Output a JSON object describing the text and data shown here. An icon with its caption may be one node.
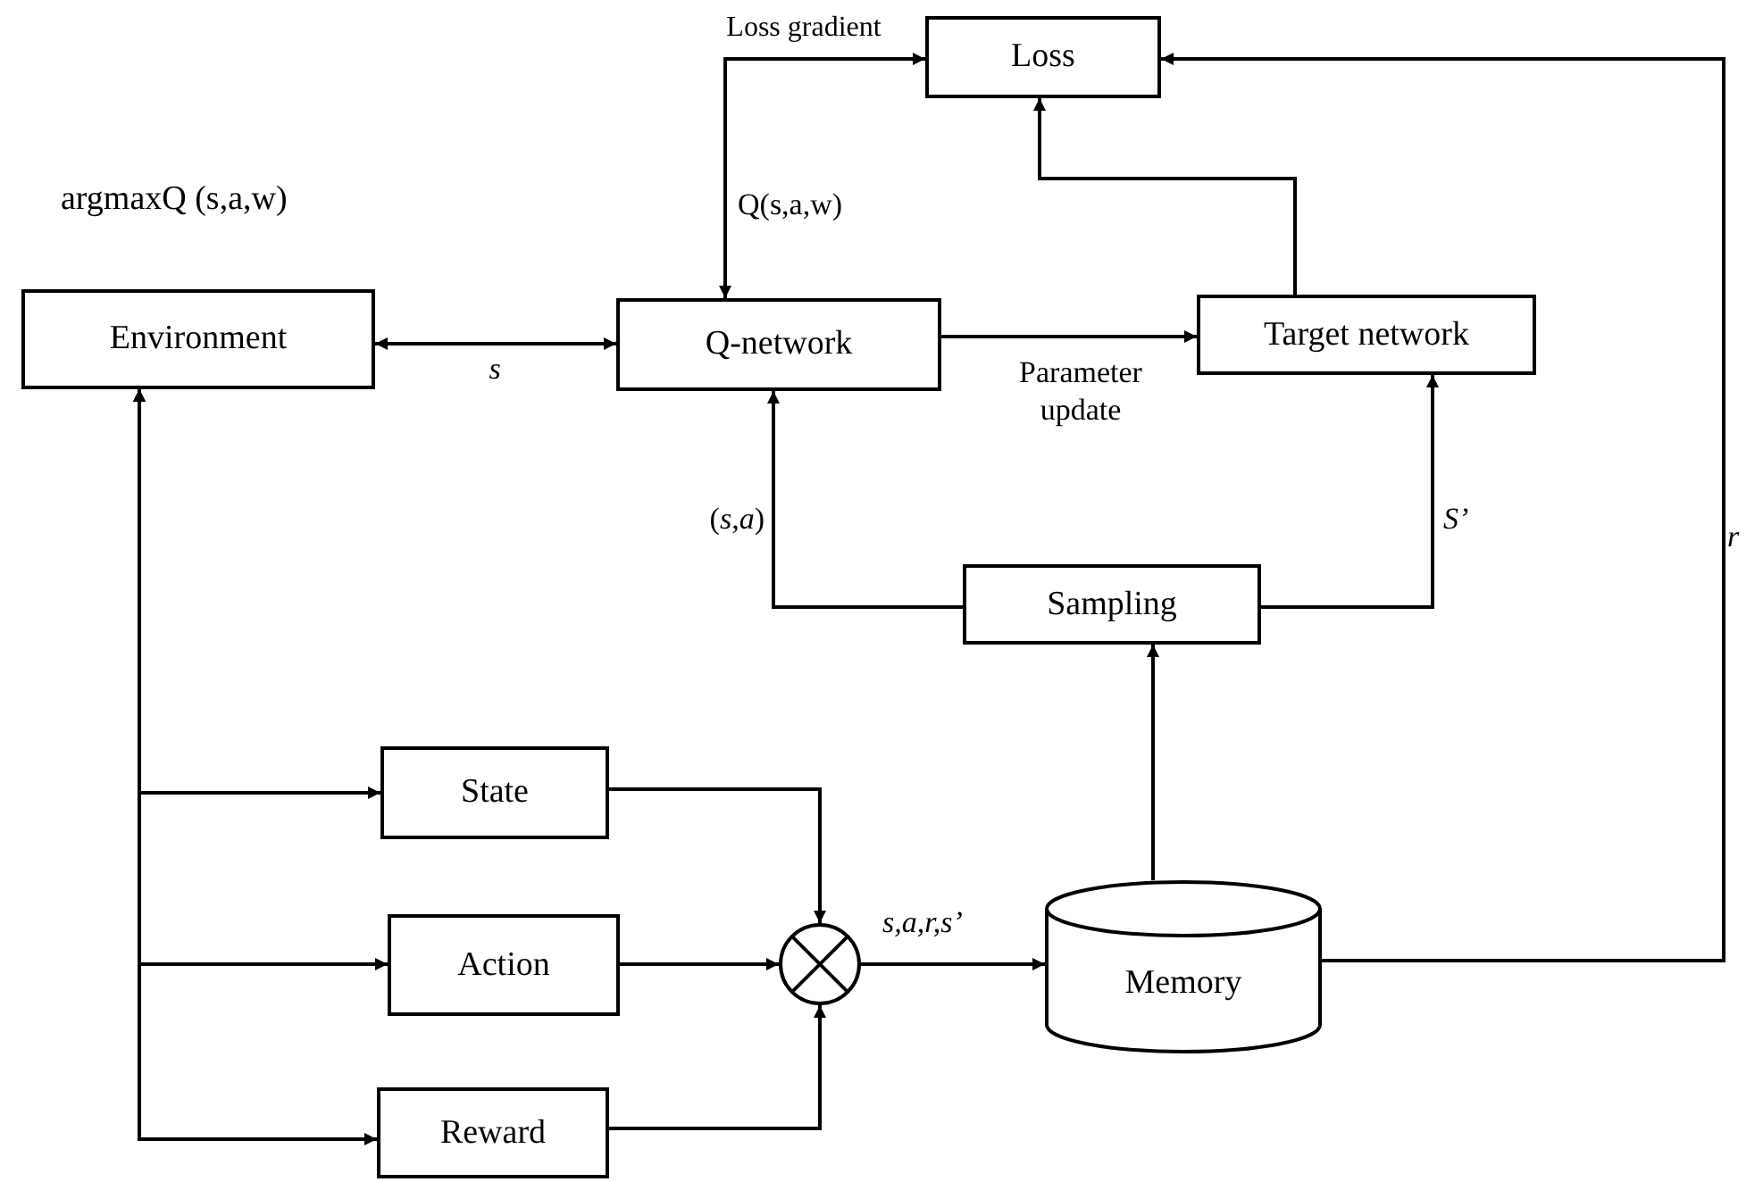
{
  "diagram": {
    "nodes": [
      {
        "text": [
          "Loss"
        ]
      },
      {
        "text": [
          "Environment"
        ],
        "beside": [
          "argmaxQ (s,a,w)"
        ]
      },
      {
        "text": [
          "Q-network"
        ]
      },
      {
        "text": [
          "Target network"
        ]
      },
      {
        "text": [
          "Sampling"
        ]
      },
      {
        "text": [
          "State"
        ]
      },
      {
        "text": [
          "Action"
        ]
      },
      {
        "text": [
          "Reward"
        ]
      },
      {
        "text": [],
        "shape": "circle"
      },
      {
        "text": [
          "Memory"
        ]
      }
    ],
    "edges": [
      {
        "from": 1,
        "to": 2,
        "arrow": "both",
        "label": "s"
      },
      {
        "from": 2,
        "to": 3,
        "arrow": "to",
        "label": "Parameter update"
      },
      {
        "from": 3,
        "to": 0,
        "arrow": "to"
      },
      {
        "from": 2,
        "to": 0,
        "arrow": "both",
        "label": "Q(s,a,w)"
      },
      {
        "from": 9,
        "to": 0,
        "arrow": "to",
        "label": "r"
      },
      {
        "from": 4,
        "to": 2,
        "arrow": "to",
        "label": "(*s*,*a*)"
      },
      {
        "from": 4,
        "to": 3,
        "arrow": "to",
        "label": "S’"
      },
      {
        "from": 9,
        "to": 4,
        "arrow": "to"
      },
      {
        "from": 1,
        "to": 5,
        "arrow": "both"
      },
      {
        "from": 1,
        "to": 6,
        "arrow": "both"
      },
      {
        "from": 1,
        "to": 7,
        "arrow": "both"
      },
      {
        "from": 5,
        "to": 8,
        "arrow": "to"
      },
      {
        "from": 6,
        "to": 8,
        "arrow": "to"
      },
      {
        "from": 7,
        "to": 8,
        "arrow": "to"
      },
      {
        "from": 8,
        "to": 9,
        "arrow": "to",
        "label": "s,a,r,s’"
      }
    ],
    "labels": [
      "Loss gradient"
    ]
  }
}
